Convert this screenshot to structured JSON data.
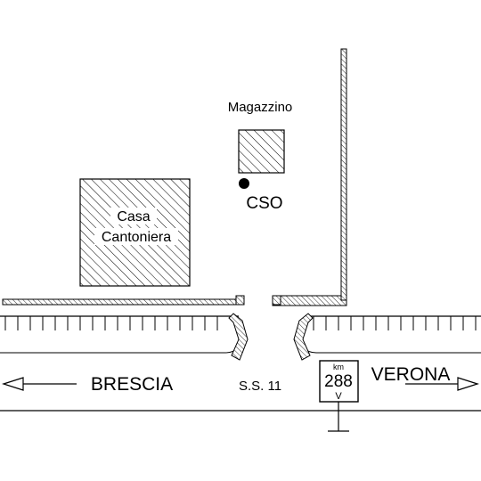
{
  "labels": {
    "magazzino": "Magazzino",
    "cso": "CSO",
    "casa_line1": "Casa",
    "casa_line2": "Cantoniera",
    "brescia": "BRESCIA",
    "verona": "VERONA",
    "road": "S.S. 11"
  },
  "km_sign": {
    "unit": "km",
    "number": "288",
    "letter": "V"
  },
  "colors": {
    "ink": "#000000",
    "paper": "#ffffff"
  }
}
